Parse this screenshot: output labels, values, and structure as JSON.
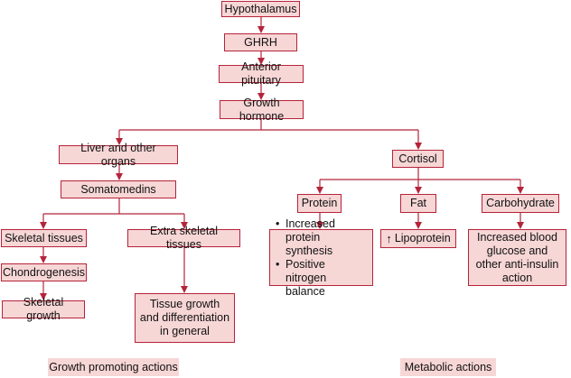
{
  "nodes": {
    "hypothalamus": "Hypothalamus",
    "ghrh": "GHRH",
    "anterior_pituitary": "Anterior pituitary",
    "growth_hormone": "Growth hormone",
    "liver": "Liver and other organs",
    "cortisol": "Cortisol",
    "somatomedins": "Somatomedins",
    "protein": "Protein",
    "fat": "Fat",
    "carbohydrate": "Carbohydrate",
    "skeletal_tissues": "Skeletal tissues",
    "extra_skeletal": "Extra skeletal tissues",
    "chondrogenesis": "Chondrogenesis",
    "skeletal_growth": "Skeletal growth",
    "tissue_growth": [
      "Tissue growth",
      "and differentiation",
      "in general"
    ],
    "protein_effects": [
      "Increased protein synthesis",
      "Positive nitrogen balance"
    ],
    "lipoprotein_arrow": "↑",
    "lipoprotein": "Lipoprotein",
    "carb_effect": [
      "Increased blood",
      "glucose and",
      "other anti-insulin",
      "action"
    ]
  },
  "footer": {
    "growth_promoting": "Growth promoting actions",
    "metabolic": "Metabolic actions"
  },
  "colors": {
    "box_fill": "#f7d6d6",
    "line": "#b5243a"
  }
}
